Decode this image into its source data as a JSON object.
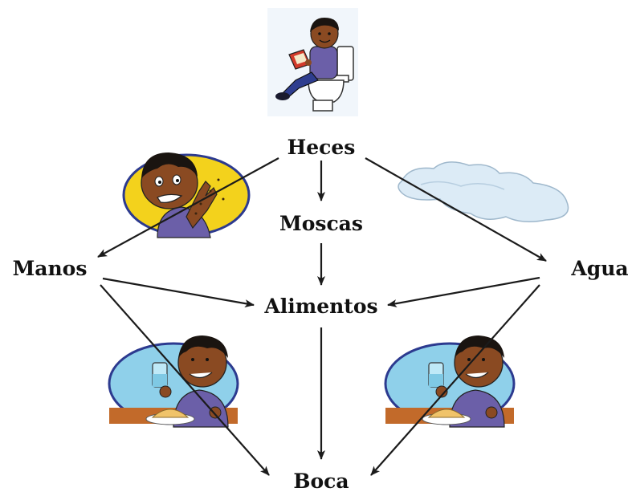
{
  "nodes": {
    "heces": "Heces",
    "moscas": "Moscas",
    "manos": "Manos",
    "agua": "Agua",
    "alimentos": "Alimentos",
    "boca": "Boca"
  },
  "edges": [
    [
      "heces",
      "moscas"
    ],
    [
      "heces",
      "manos"
    ],
    [
      "heces",
      "agua"
    ],
    [
      "moscas",
      "alimentos"
    ],
    [
      "manos",
      "alimentos"
    ],
    [
      "agua",
      "alimentos"
    ],
    [
      "manos",
      "boca"
    ],
    [
      "agua",
      "boca"
    ],
    [
      "alimentos",
      "boca"
    ]
  ],
  "illustrations": [
    "boy-on-toilet-reading-icon",
    "boy-with-dirty-hands-icon",
    "cloud-icon",
    "boy-eating-drinking-icon",
    "boy-eating-drinking-icon"
  ],
  "colors": {
    "arrow": "#1b1b1b",
    "text": "#111111",
    "skin": "#8a4a22",
    "hair": "#1a1410",
    "shirt": "#6b5fa8",
    "pants": "#2e3d8f",
    "yellow_oval": "#f3d21c",
    "blue_oval": "#8fd0ea",
    "cloud": "#cfe3f2"
  }
}
